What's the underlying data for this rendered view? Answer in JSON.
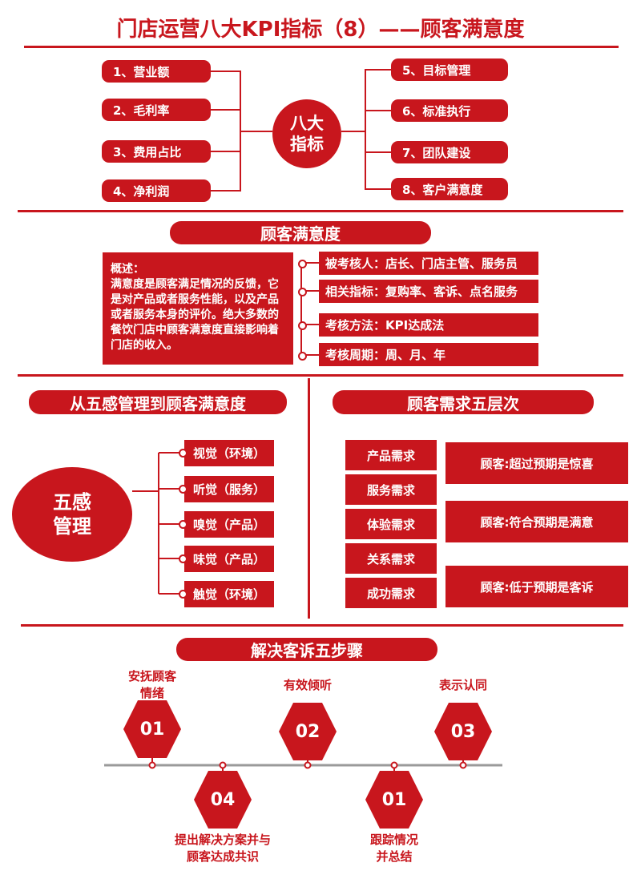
{
  "title": "门店运营八大KPI指标（8）——顾客满意度",
  "kpi": {
    "center": [
      "八大",
      "指标"
    ],
    "left_items": [
      "1、营业额",
      "2、毛利率",
      "3、费用占比",
      "4、净利润"
    ],
    "right_items": [
      "5、目标管理",
      "6、标准执行",
      "7、团队建设",
      "8、客户满意度"
    ]
  },
  "satisfaction": {
    "heading": "顾客满意度",
    "overview": "概述：\n满意度是顾客满足情况的反馈，它是对产品或者服务性能，以及产品或者服务本身的评价。绝大多数的餐饮门店中顾客满意度直接影响着门店的收入。",
    "items": [
      "被考核人：店长、门店主管、服务员",
      "相关指标：复购率、客诉、点名服务",
      "考核方法：KPI达成法",
      "考核周期：周、月、年"
    ]
  },
  "five_senses": {
    "heading": "从五感管理到顾客满意度",
    "center": [
      "五感",
      "管理"
    ],
    "items": [
      "视觉（环境）",
      "听觉（服务）",
      "嗅觉（产品）",
      "味觉（产品）",
      "触觉（环境）"
    ]
  },
  "needs": {
    "heading": "顾客需求五层次",
    "levels": [
      "产品需求",
      "服务需求",
      "体验需求",
      "关系需求",
      "成功需求"
    ],
    "outcomes": [
      "顾客:超过预期是惊喜",
      "顾客:符合预期是满意",
      "顾客:低于预期是客诉"
    ]
  },
  "complaints": {
    "heading": "解决客诉五步骤",
    "steps": [
      {
        "num": "01",
        "label": "安抚顾客\n情绪"
      },
      {
        "num": "02",
        "label": "有效倾听"
      },
      {
        "num": "03",
        "label": "表示认同"
      },
      {
        "num": "04",
        "label": "提出解决方案并与\n顾客达成共识"
      },
      {
        "num": "01",
        "label": "跟踪情况\n并总结"
      }
    ]
  },
  "colors": {
    "primary": "#c8161d",
    "timeline": "#9a9a9a"
  }
}
